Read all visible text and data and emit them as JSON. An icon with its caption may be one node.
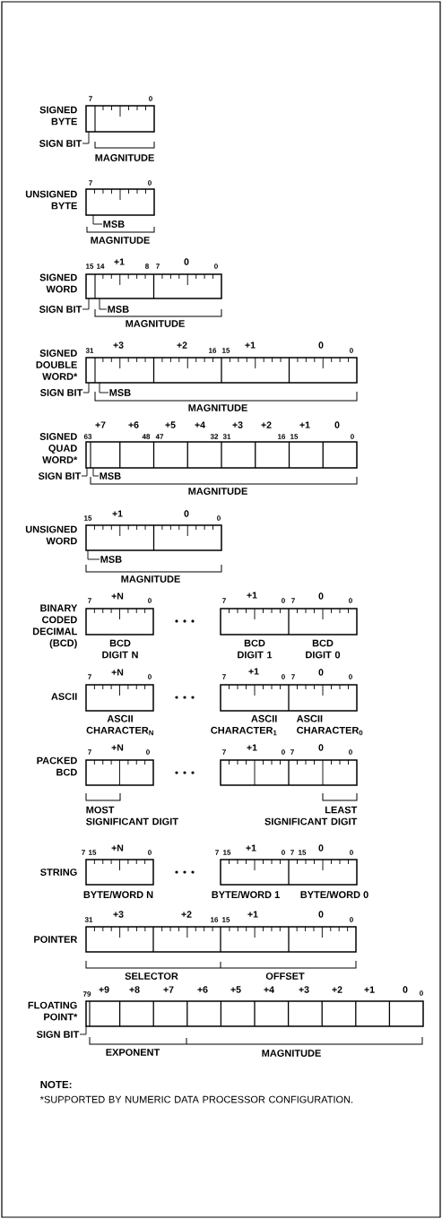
{
  "diagram": {
    "nodes": [
      {
        "text": [],
        "shape": "bar"
      },
      {
        "text": [
          "SIGN BIT"
        ]
      },
      {
        "text": [],
        "shape": "bar"
      },
      {
        "text": [
          "MSB"
        ]
      },
      {
        "text": [],
        "shape": "bar"
      },
      {
        "text": [
          "SIGN BIT"
        ]
      },
      {
        "text": [
          "MSB"
        ]
      },
      {
        "text": [],
        "shape": "bar"
      },
      {
        "text": [
          "SIGN BIT"
        ]
      },
      {
        "text": [
          "MSB"
        ]
      },
      {
        "text": [],
        "shape": "bar"
      },
      {
        "text": [
          "SIGN BIT"
        ]
      },
      {
        "text": [
          "MSB"
        ]
      },
      {
        "text": [],
        "shape": "bar"
      },
      {
        "text": [
          "MSB"
        ]
      },
      {
        "text": [],
        "shape": "bar"
      },
      {
        "text": [],
        "shape": "bar"
      },
      {
        "text": [],
        "shape": "bar"
      },
      {
        "text": [],
        "shape": "bar"
      },
      {
        "text": [],
        "shape": "bar"
      },
      {
        "text": [],
        "shape": "bar"
      },
      {
        "text": [],
        "shape": "bar"
      },
      {
        "text": [],
        "shape": "bar"
      },
      {
        "text": [],
        "shape": "bar"
      },
      {
        "text": [],
        "shape": "bar"
      },
      {
        "text": [
          "SIGN BIT"
        ]
      }
    ],
    "edges": [
      {
        "from": 1,
        "to": 0,
        "arrow": "none"
      },
      {
        "from": 3,
        "to": 2,
        "arrow": "none"
      },
      {
        "from": 5,
        "to": 4,
        "arrow": "none"
      },
      {
        "from": 6,
        "to": 4,
        "arrow": "none"
      },
      {
        "from": 8,
        "to": 7,
        "arrow": "none"
      },
      {
        "from": 9,
        "to": 7,
        "arrow": "none"
      },
      {
        "from": 11,
        "to": 10,
        "arrow": "none"
      },
      {
        "from": 12,
        "to": 10,
        "arrow": "none"
      },
      {
        "from": 14,
        "to": 13,
        "arrow": "none"
      },
      {
        "from": 25,
        "to": 24,
        "arrow": "none"
      }
    ],
    "labels": [
      "SIGNED BYTE",
      "7",
      "0",
      "MAGNITUDE",
      "UNSIGNED BYTE",
      "7",
      "0",
      "MAGNITUDE",
      "SIGNED WORD",
      "15",
      "14",
      "+1",
      "8",
      "7",
      "0",
      "0",
      "MAGNITUDE",
      "SIGNED DOUBLE WORD*",
      "31",
      "+3",
      "+2",
      "16",
      "15",
      "+1",
      "0",
      "0",
      "MAGNITUDE",
      "SIGNED QUAD WORD*",
      "+7",
      "+6",
      "+5",
      "+4",
      "+3",
      "+2",
      "+1",
      "0",
      "63",
      "48",
      "47",
      "32",
      "31",
      "16",
      "15",
      "0",
      "MAGNITUDE",
      "UNSIGNED WORD",
      "15",
      "+1",
      "0",
      "0",
      "MAGNITUDE",
      "BINARY CODED DECIMAL (BCD)",
      "7",
      "+N",
      "0",
      "7",
      "+1",
      "0",
      "7",
      "0",
      "0",
      "BCD DIGIT N",
      "BCD DIGIT 1",
      "BCD DIGIT 0",
      "ASCII",
      "7",
      "+N",
      "0",
      "7",
      "+1",
      "0",
      "7",
      "0",
      "0",
      "ASCII CHARACTER$_{N}$",
      "ASCII CHARACTER$_{1}$",
      "ASCII CHARACTER$_{0}$",
      "PACKED BCD",
      "7",
      "+N",
      "0",
      "7",
      "+1",
      "0",
      "7",
      "0",
      "0",
      "MOST SIGNIFICANT DIGIT",
      "LEAST SIGNIFICANT DIGIT",
      "STRING",
      "7",
      "15",
      "+N",
      "0",
      "7",
      "15",
      "+1",
      "0",
      "7",
      "15",
      "0",
      "0",
      "BYTE/WORD N",
      "BYTE/WORD 1",
      "BYTE/WORD 0",
      "POINTER",
      "31",
      "+3",
      "+2",
      "16",
      "15",
      "+1",
      "0",
      "0",
      "SELECTOR",
      "OFFSET",
      "FLOATING POINT*",
      "79",
      "+9",
      "+8",
      "+7",
      "+6",
      "+5",
      "+4",
      "+3",
      "+2",
      "+1",
      "0",
      "0",
      "EXPONENT",
      "MAGNITUDE",
      "NOTE:",
      "*SUPPORTED BY NUMERIC DATA PROCESSOR CONFIGURATION."
    ]
  }
}
